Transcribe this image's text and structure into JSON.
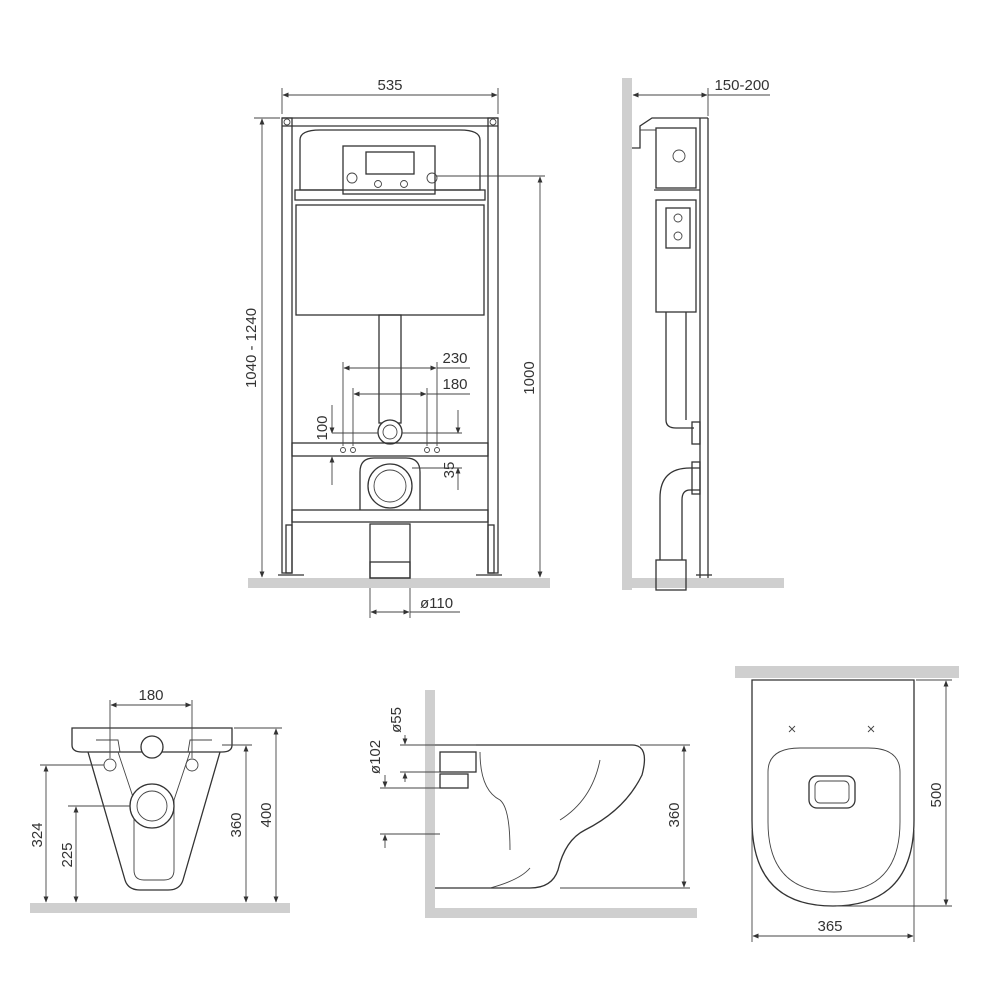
{
  "colors": {
    "line": "#333333",
    "floor": "#cfcfcf",
    "background": "#ffffff"
  },
  "front_view": {
    "width_label": "535",
    "frame_height_label": "1040 - 1240",
    "button_height_label": "1000",
    "bolt_spacing_outer_label": "230",
    "bolt_spacing_inner_label": "180",
    "inlet_height_label": "100",
    "outlet_offset_label": "35",
    "drain_diameter_label": "ø110"
  },
  "side_view": {
    "wall_depth_label": "150-200"
  },
  "bowl_front_view": {
    "mount_spacing_label": "180",
    "height_324_label": "324",
    "height_225_label": "225",
    "height_360_label": "360",
    "height_400_label": "400"
  },
  "bowl_side_view": {
    "inlet_diameter_label": "ø55",
    "outlet_diameter_label": "ø102",
    "rim_height_label": "360"
  },
  "bowl_top_view": {
    "length_label": "500",
    "width_label": "365"
  }
}
